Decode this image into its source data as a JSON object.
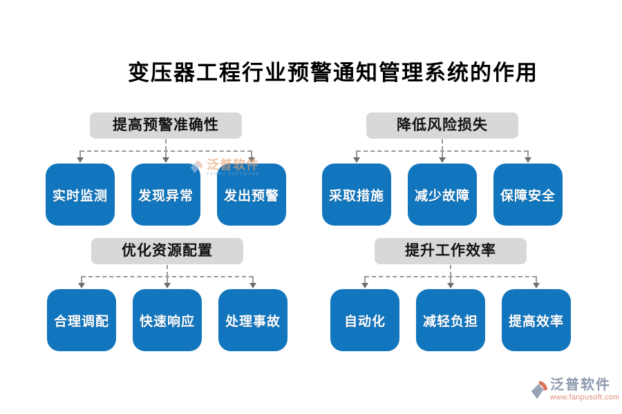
{
  "title": "变压器工程行业预警通知管理系统的作用",
  "sections": [
    {
      "header": "提高预警准确性",
      "items": [
        "实时监测",
        "发现异常",
        "发出预警"
      ]
    },
    {
      "header": "降低风险损失",
      "items": [
        "采取措施",
        "减少故障",
        "保障安全"
      ]
    },
    {
      "header": "优化资源配置",
      "items": [
        "合理调配",
        "快速响应",
        "处理事故"
      ]
    },
    {
      "header": "提升工作效率",
      "items": [
        "自动化",
        "减轻负担",
        "提高效率"
      ]
    }
  ],
  "watermark": {
    "name": "泛普软件",
    "subname": "FANPU SOFTWARE"
  },
  "footer_logo": {
    "name": "泛普软件",
    "website": "www.fanpusoft.com"
  },
  "colors": {
    "item_blue": "#1176BD",
    "header_gray": "#D8D8D8",
    "title_black": "#000000",
    "connector_gray": "#979797",
    "arrow_gray": "#6E6E6E",
    "logo_text_blue_gray": "#8E99AD",
    "logo_url_salmon": "#DD8C77",
    "logo_diamond": "#99A3B6",
    "logo_crescent": "#D9765C"
  }
}
